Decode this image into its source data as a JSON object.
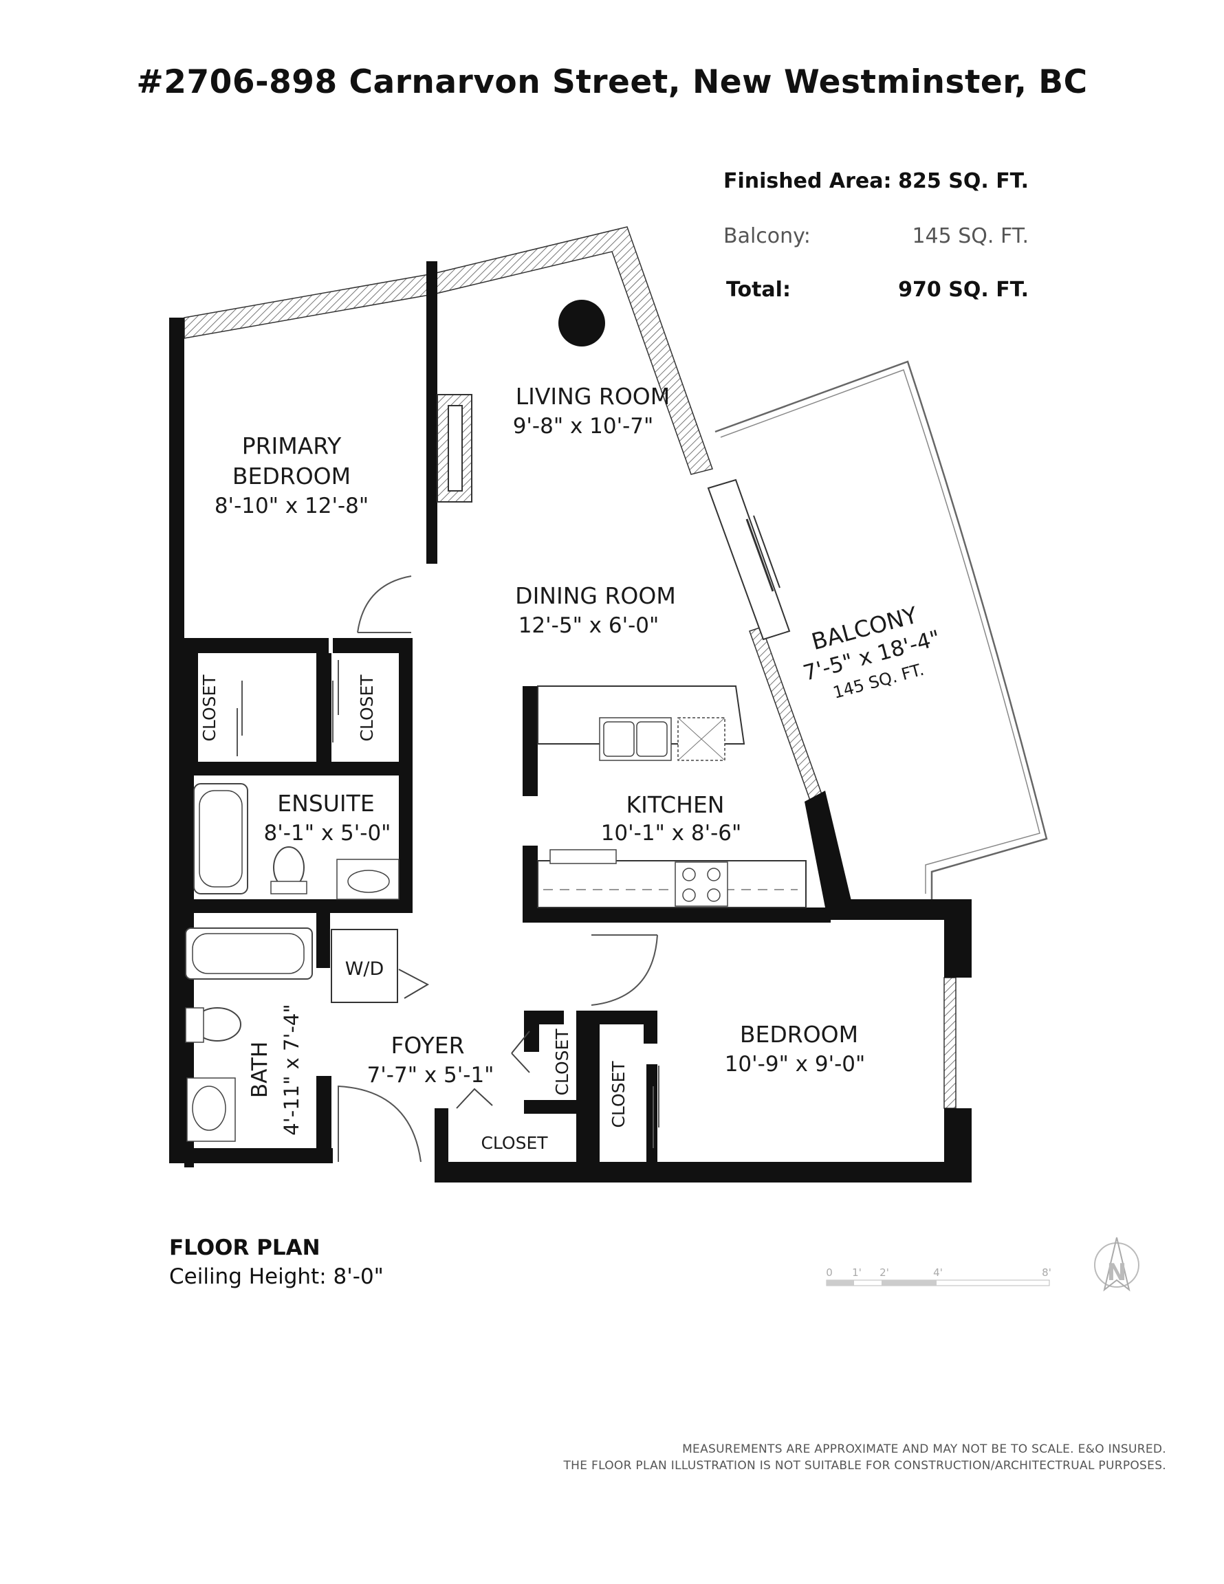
{
  "title": "#2706-898 Carnarvon Street, New Westminster, BC",
  "areas": {
    "finished": {
      "label": "Finished Area:",
      "value": "825 SQ. FT."
    },
    "balcony": {
      "label": "Balcony:",
      "value": "145 SQ. FT."
    },
    "total": {
      "label": "Total:",
      "value": "970 SQ. FT."
    }
  },
  "rooms": {
    "living": {
      "name": "LIVING ROOM",
      "dims": "9'-8\" x 10'-7\""
    },
    "primary_bedroom": {
      "name_line1": "PRIMARY",
      "name_line2": "BEDROOM",
      "dims": "8'-10\" x 12'-8\""
    },
    "dining": {
      "name": "DINING ROOM",
      "dims": "12'-5\" x 6'-0\""
    },
    "balcony": {
      "name": "BALCONY",
      "dims": "7'-5\" x 18'-4\"",
      "area": "145 SQ. FT."
    },
    "kitchen": {
      "name": "KITCHEN",
      "dims": "10'-1\" x 8'-6\""
    },
    "ensuite": {
      "name": "ENSUITE",
      "dims": "8'-1\" x 5'-0\""
    },
    "bedroom": {
      "name": "BEDROOM",
      "dims": "10'-9\" x 9'-0\""
    },
    "foyer": {
      "name": "FOYER",
      "dims": "7'-7\" x 5'-1\""
    },
    "bath": {
      "name": "BATH",
      "dims": "4'-11\" x 7'-4\""
    },
    "closet_label": "CLOSET",
    "wd_label": "W/D"
  },
  "plan_info": {
    "heading": "FLOOR PLAN",
    "ceiling": "Ceiling Height: 8'-0\""
  },
  "scale_bar": {
    "ticks": [
      "0",
      "1'",
      "2'",
      "4'",
      "8'"
    ]
  },
  "compass": {
    "letter": "N"
  },
  "disclaimer": {
    "line1": "MEASUREMENTS ARE APPROXIMATE AND MAY NOT BE TO SCALE. E&O INSURED.",
    "line2": "THE FLOOR PLAN ILLUSTRATION IS NOT SUITABLE FOR CONSTRUCTION/ARCHITECTRUAL PURPOSES."
  }
}
